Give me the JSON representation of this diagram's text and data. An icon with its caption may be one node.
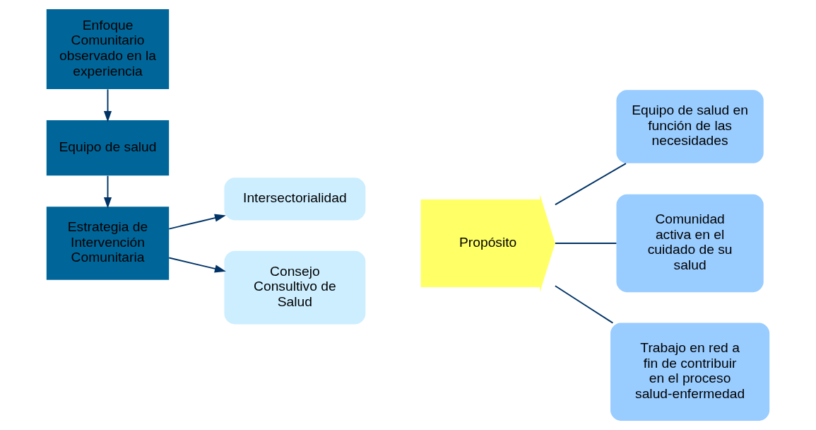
{
  "diagram": {
    "nodes": [
      {
        "text": [
          "Enfoque Comunitario observado en la experiencia"
        ]
      },
      {
        "text": [
          "Equipo de salud"
        ]
      },
      {
        "text": [
          "Estrategia de Intervención Comunitaria"
        ]
      },
      {
        "text": [
          "Intersectorialidad"
        ]
      },
      {
        "text": [
          "Consejo Consultivo de Salud"
        ]
      },
      {
        "text": [
          "Propósito"
        ]
      },
      {
        "text": [
          "Equipo de salud en función de las necesidades"
        ]
      },
      {
        "text": [
          "Comunidad activa en el cuidado de su salud"
        ]
      },
      {
        "text": [
          "Trabajo en red a fin de contribuir en el proceso salud-enfermedad"
        ]
      }
    ],
    "edges": [
      {
        "from": 0,
        "to": 1,
        "arrow": "to"
      },
      {
        "from": 1,
        "to": 2,
        "arrow": "to"
      },
      {
        "from": 2,
        "to": 3,
        "arrow": "to"
      },
      {
        "from": 2,
        "to": 4,
        "arrow": "to"
      },
      {
        "from": 5,
        "to": 6,
        "arrow": "none"
      },
      {
        "from": 5,
        "to": 7,
        "arrow": "none"
      },
      {
        "from": 5,
        "to": 8,
        "arrow": "none"
      }
    ]
  }
}
